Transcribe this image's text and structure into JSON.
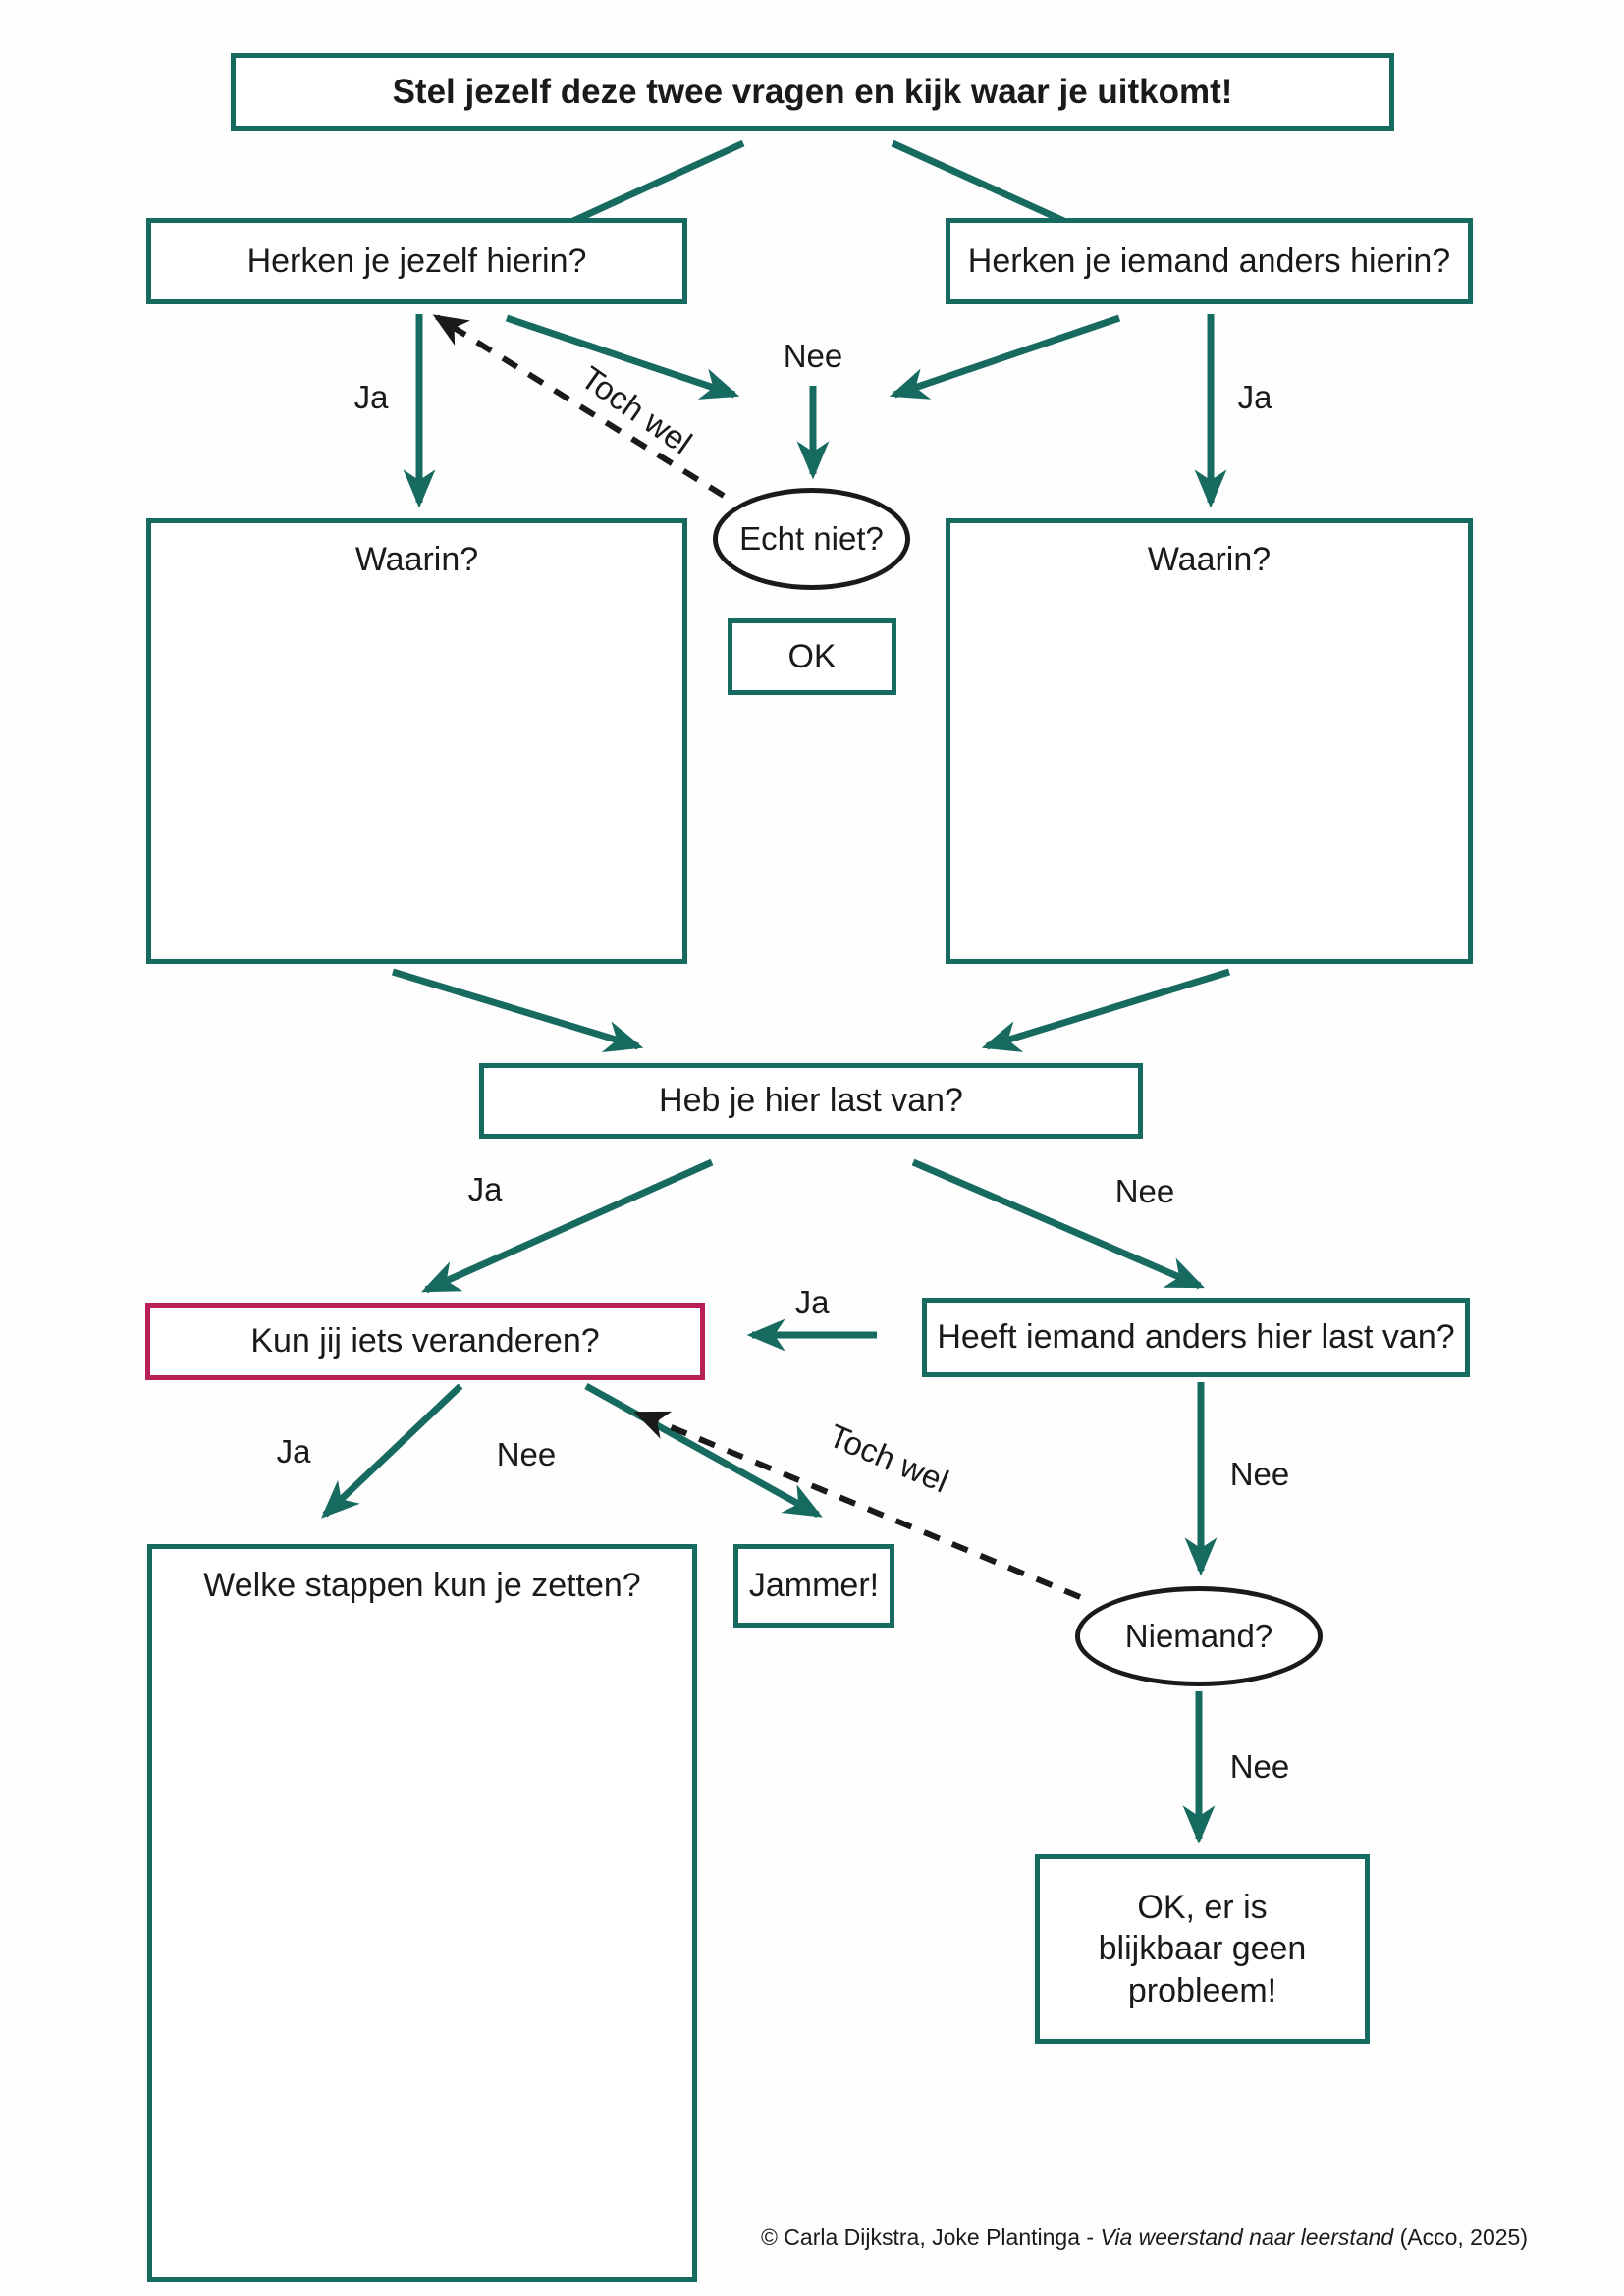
{
  "colors": {
    "teal": "#176a60",
    "red": "#b82057",
    "ink": "#1a1a1a",
    "background": "#ffffff"
  },
  "title": "Stel jezelf deze twee vragen en kijk waar je uitkomt!",
  "nodes": {
    "q_self": "Herken je jezelf hierin?",
    "q_other": "Herken je iemand anders hierin?",
    "waarin_left": "Waarin?",
    "waarin_right": "Waarin?",
    "echt_niet": "Echt niet?",
    "ok": "OK",
    "last_van": "Heb je hier last van?",
    "veranderen": "Kun jij iets veranderen?",
    "ander_last": "Heeft iemand anders hier last van?",
    "stappen": "Welke stappen kun je zetten?",
    "jammer": "Jammer!",
    "niemand": "Niemand?"
  },
  "probleem_lines": [
    "OK, er is",
    "blijkbaar geen",
    "probleem!"
  ],
  "labels": {
    "ja": "Ja",
    "nee": "Nee",
    "toch_wel": "Toch wel"
  },
  "footer": {
    "pre": "© Carla Dijkstra, Joke Plantinga - ",
    "italic": "Via weerstand naar leerstand",
    "post": " (Acco, 2025)"
  }
}
